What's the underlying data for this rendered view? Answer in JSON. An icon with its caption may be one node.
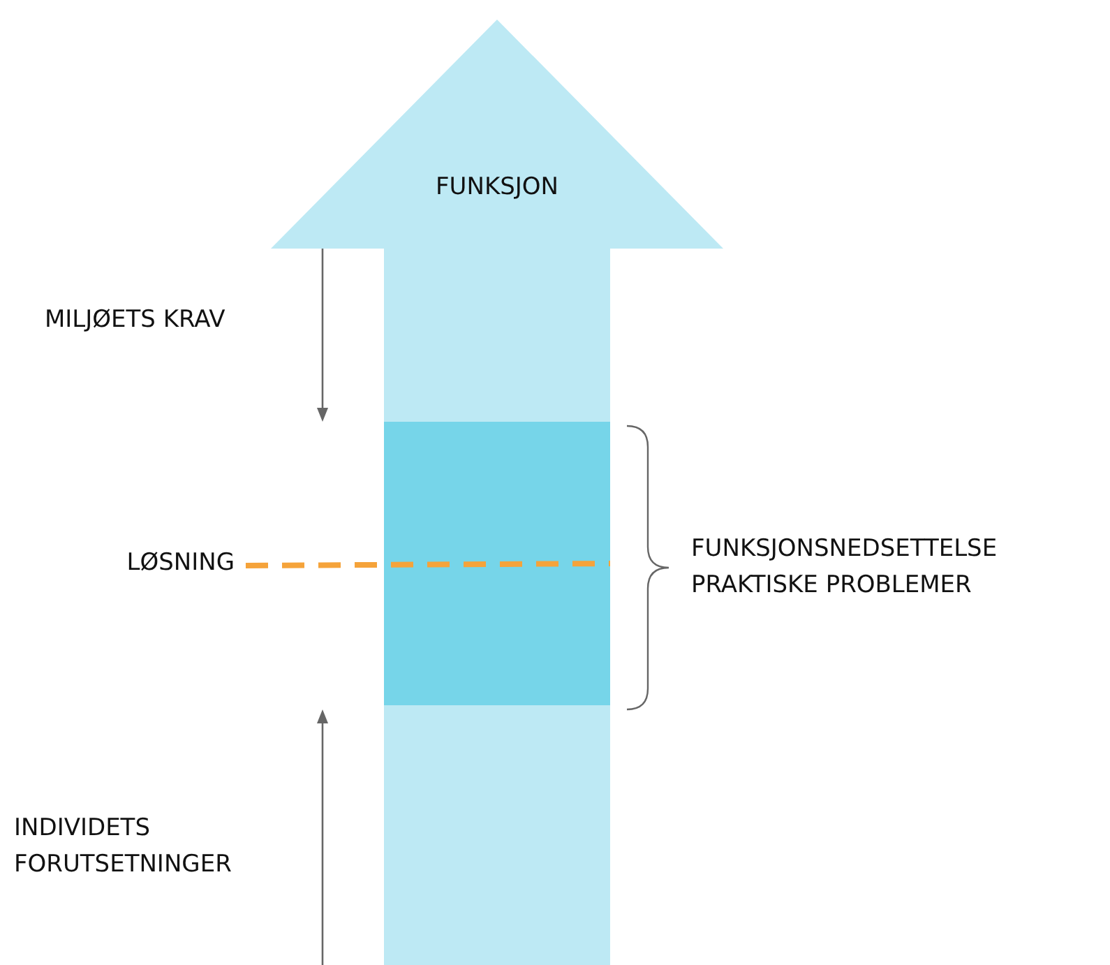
{
  "diagram": {
    "nodes": [
      {
        "text": [
          "FUNKSJON"
        ]
      },
      {
        "text": [],
        "shape": "box",
        "in": 0,
        "beside": [
          "FUNKSJONSNEDSETTELSE PRAKTISKE PROBLEMER"
        ]
      },
      {
        "text": [
          "LØSNING"
        ]
      }
    ],
    "edges": [
      {
        "from": 2,
        "to": 1,
        "arrow": "none",
        "style": "dashed",
        "color": "#f5a33a"
      }
    ],
    "labels": [
      "MILJØETS KRAV",
      "INDIVIDETS FORUTSETNINGER"
    ]
  }
}
